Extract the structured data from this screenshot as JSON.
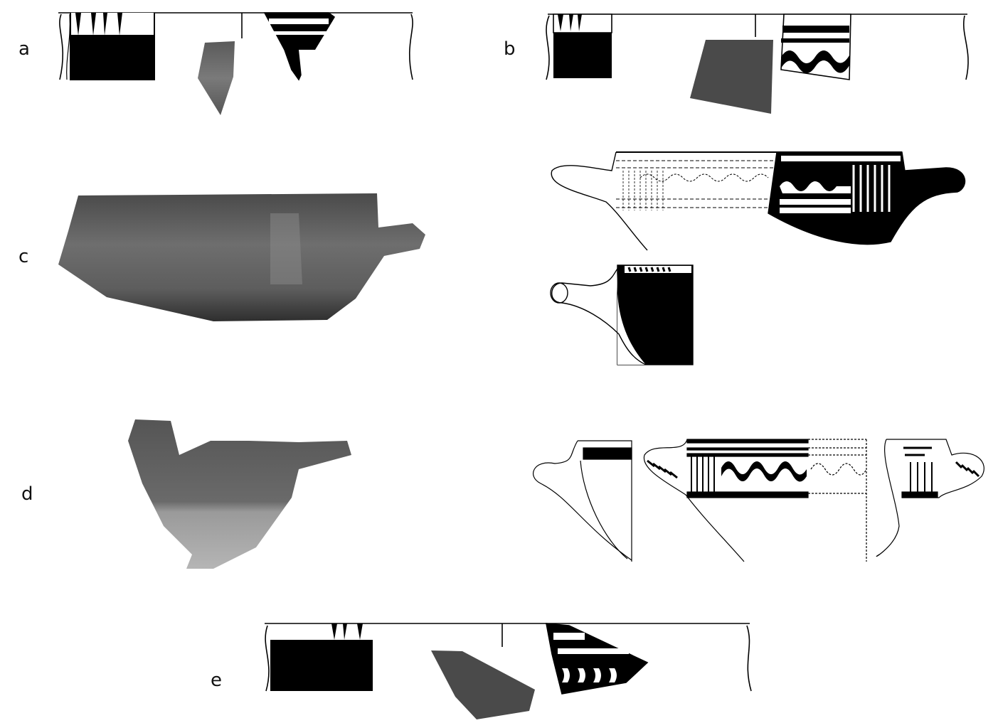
{
  "figure": {
    "rows": [
      {
        "label": "a",
        "content": "profile drawing, photo sherd, decorated sherd drawing"
      },
      {
        "label": "b",
        "content": "profile drawing, photo sherd, decorated sherd drawing with wavy band"
      },
      {
        "label": "c",
        "content": "photo of handled bowl; reconstruction drawing with wavy band and vertical lines; profile with handle"
      },
      {
        "label": "d",
        "content": "photo of handled fragment; profile drawing; reconstruction with wavy band; handle fragment drawing"
      },
      {
        "label": "e",
        "content": "profile drawing, photo sherd, decorated sherd drawing with wavy strokes"
      }
    ],
    "colors": {
      "ink": "#000000",
      "photo_dark": "#3a3a3a",
      "photo_mid": "#6a6a6a",
      "photo_light": "#a8a8a8",
      "background": "#ffffff"
    }
  }
}
